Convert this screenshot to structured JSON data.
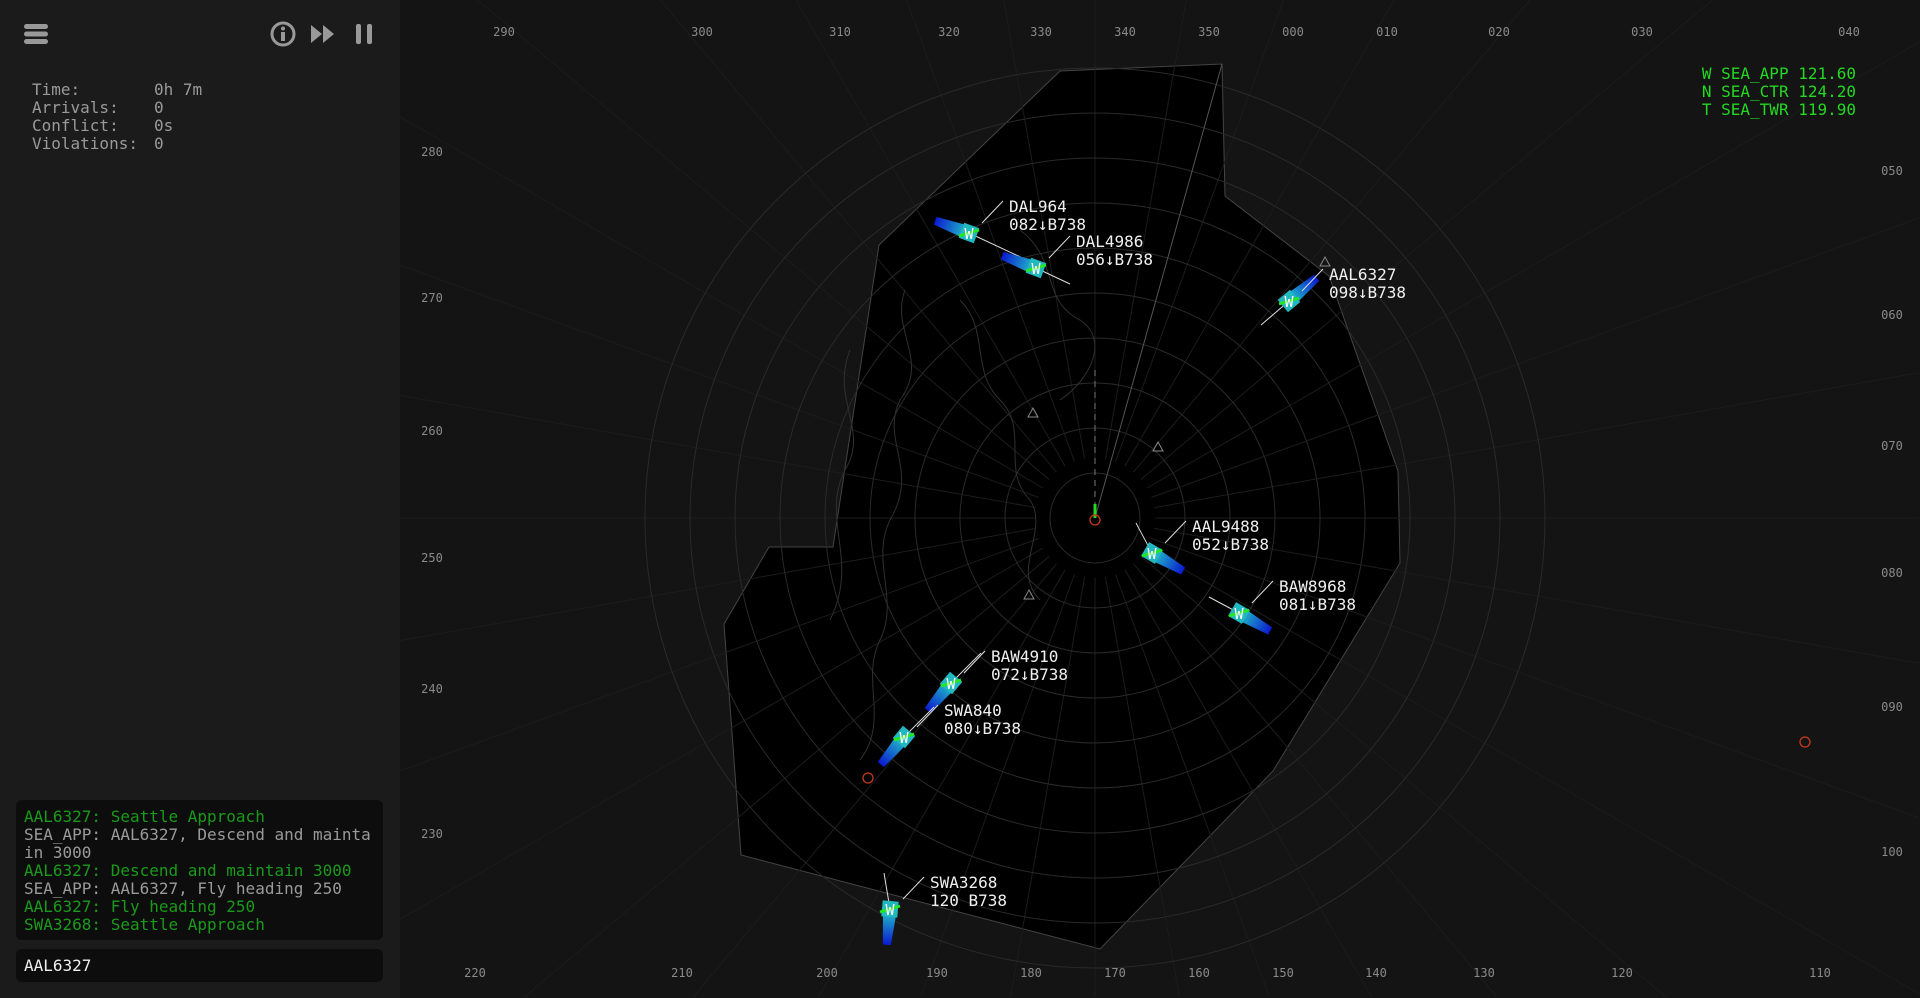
{
  "toolbar": {
    "menu": "menu-icon",
    "info": "info-icon",
    "fast_forward": "fast-forward-icon",
    "pause": "pause-icon"
  },
  "stats": [
    {
      "label": "Time:",
      "value": "0h 7m"
    },
    {
      "label": "Arrivals:",
      "value": "0"
    },
    {
      "label": "Conflict:",
      "value": "0s"
    },
    {
      "label": "Violations:",
      "value": "0"
    }
  ],
  "chat": [
    {
      "type": "pilot",
      "text": "AAL6327: Seattle Approach"
    },
    {
      "type": "atc",
      "text": "SEA_APP: AAL6327, Descend and maintain 3000"
    },
    {
      "type": "pilot",
      "text": "AAL6327: Descend and maintain 3000"
    },
    {
      "type": "atc",
      "text": "SEA_APP: AAL6327, Fly heading 250"
    },
    {
      "type": "pilot",
      "text": "AAL6327: Fly heading 250"
    },
    {
      "type": "pilot",
      "text": "SWA3268: Seattle Approach"
    }
  ],
  "command_input": {
    "value": "AAL6327"
  },
  "frequencies": [
    {
      "text": "W SEA_APP 121.60"
    },
    {
      "text": "N SEA_CTR 124.20"
    },
    {
      "text": "T SEA_TWR 119.90"
    }
  ],
  "bearings": {
    "top": [
      "290",
      "300",
      "310",
      "320",
      "330",
      "340",
      "350",
      "000",
      "010",
      "020",
      "030",
      "040"
    ],
    "bottom": [
      "220",
      "210",
      "200",
      "190",
      "180",
      "170",
      "160",
      "150",
      "140",
      "130",
      "120",
      "110"
    ],
    "left": [
      "280",
      "270",
      "260",
      "250",
      "240",
      "230"
    ],
    "right": [
      "050",
      "060",
      "070",
      "080",
      "090",
      "100"
    ]
  },
  "aircraft": [
    {
      "callsign": "DAL964",
      "data": "082↓B738",
      "sector": "W"
    },
    {
      "callsign": "DAL4986",
      "data": "056↓B738",
      "sector": "W"
    },
    {
      "callsign": "AAL6327",
      "data": "098↓B738",
      "sector": "W"
    },
    {
      "callsign": "AAL9488",
      "data": "052↓B738",
      "sector": "W"
    },
    {
      "callsign": "BAW8968",
      "data": "081↓B738",
      "sector": "W"
    },
    {
      "callsign": "BAW4910",
      "data": "072↓B738",
      "sector": "W"
    },
    {
      "callsign": "SWA840",
      "data": "080↓B738",
      "sector": "W"
    },
    {
      "callsign": "SWA3268",
      "data": "120 B738",
      "sector": "W"
    }
  ],
  "colors": {
    "pilot": "#1a9a1a",
    "atc": "#9a9a9a",
    "freq": "#22d822",
    "trail_head": "#22c8c8",
    "trail_tail": "#0a1ad0"
  }
}
